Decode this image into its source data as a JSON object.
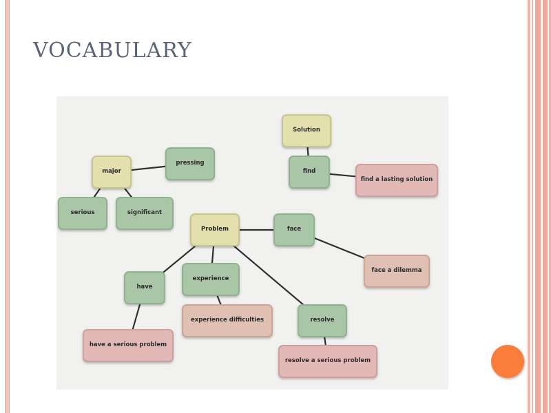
{
  "slide": {
    "title": "VOCABULARY",
    "accent_color": "#fb7d39",
    "stripe_color": "#f2a898"
  },
  "concept_map": {
    "nodes": {
      "major": "major",
      "pressing": "pressing",
      "serious": "serious",
      "significant": "significant",
      "solution": "Solution",
      "find": "find",
      "find_lasting": "find a lasting solution",
      "problem": "Problem",
      "face": "face",
      "face_dilemma": "face a dilemma",
      "have": "have",
      "experience": "experience",
      "experience_difficulties": "experience difficulties",
      "resolve": "resolve",
      "have_serious": "have a serious problem",
      "resolve_serious": "resolve a serious problem"
    },
    "links": [
      [
        "major",
        "pressing"
      ],
      [
        "major",
        "serious"
      ],
      [
        "major",
        "significant"
      ],
      [
        "solution",
        "find"
      ],
      [
        "find",
        "find_lasting"
      ],
      [
        "problem",
        "face"
      ],
      [
        "face",
        "face_dilemma"
      ],
      [
        "problem",
        "have"
      ],
      [
        "problem",
        "experience"
      ],
      [
        "problem",
        "resolve"
      ],
      [
        "experience",
        "experience_difficulties"
      ],
      [
        "have",
        "have_serious"
      ],
      [
        "resolve",
        "resolve_serious"
      ]
    ]
  }
}
